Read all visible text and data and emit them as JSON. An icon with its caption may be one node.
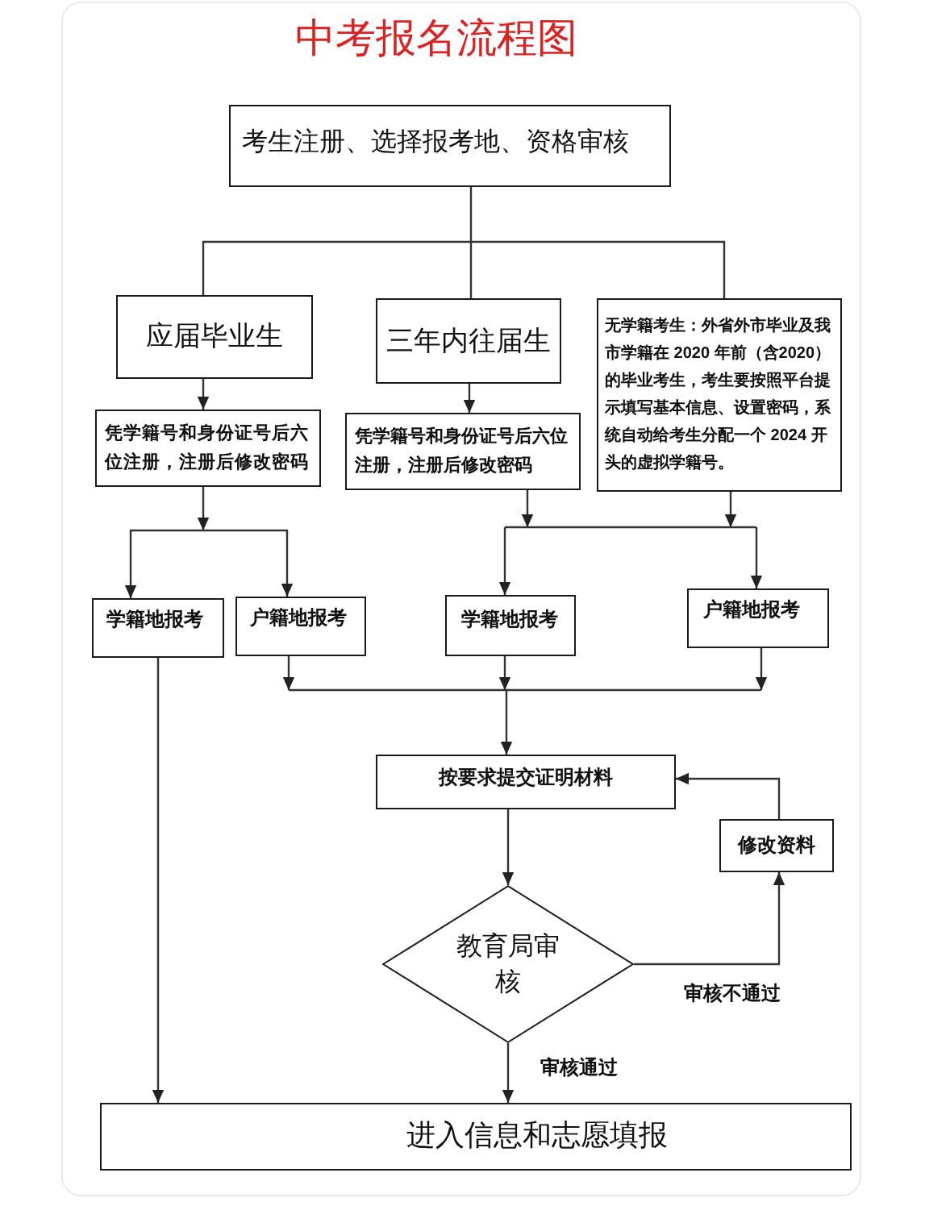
{
  "diagram": {
    "title": "中考报名流程图",
    "nodes": [
      {
        "text": [
          "考生注册、选择报考地、资格审核"
        ]
      },
      {
        "text": [
          "应届毕业生"
        ]
      },
      {
        "text": [
          "三年内往届生"
        ]
      },
      {
        "text": [
          "无学籍考生：外省外市毕业及我市学籍在 2020 年前（含2020）的毕业考生，考生要按照平台提示填写基本信息、设置密码，系统自动给考生分配一个 2024 开头的虚拟学籍号。"
        ]
      },
      {
        "text": [
          "凭学籍号和身份证号后六位注册，注册后修改密码"
        ]
      },
      {
        "text": [
          "凭学籍号和身份证号后六位注册，注册后修改密码"
        ]
      },
      {
        "text": [
          "学籍地报考"
        ]
      },
      {
        "text": [
          "户籍地报考"
        ]
      },
      {
        "text": [
          "学籍地报考"
        ]
      },
      {
        "text": [
          "户籍地报考"
        ]
      },
      {
        "text": [
          "按要求提交证明材料"
        ]
      },
      {
        "text": [
          "修改资料"
        ]
      },
      {
        "text": [
          "教育局审核"
        ]
      },
      {
        "text": [
          "进入信息和志愿填报"
        ]
      }
    ],
    "edges": [
      {
        "from": 0,
        "to": 1,
        "arrow": "none"
      },
      {
        "from": 0,
        "to": 2,
        "arrow": "none"
      },
      {
        "from": 0,
        "to": 3,
        "arrow": "none"
      },
      {
        "from": 1,
        "to": 4,
        "arrow": "to"
      },
      {
        "from": 2,
        "to": 5,
        "arrow": "to"
      },
      {
        "from": 4,
        "to": 6,
        "arrow": "to"
      },
      {
        "from": 4,
        "to": 7,
        "arrow": "to"
      },
      {
        "from": 5,
        "to": 8,
        "arrow": "to"
      },
      {
        "from": 5,
        "to": 9,
        "arrow": "to"
      },
      {
        "from": 3,
        "to": 8,
        "arrow": "to"
      },
      {
        "from": 3,
        "to": 9,
        "arrow": "to"
      },
      {
        "from": 7,
        "to": 10,
        "arrow": "to"
      },
      {
        "from": 8,
        "to": 10,
        "arrow": "to"
      },
      {
        "from": 9,
        "to": 10,
        "arrow": "to"
      },
      {
        "from": 6,
        "to": 13,
        "arrow": "to"
      },
      {
        "from": 10,
        "to": 12,
        "arrow": "to"
      },
      {
        "from": 12,
        "to": 11,
        "arrow": "to",
        "label": "审核不通过"
      },
      {
        "from": 11,
        "to": 10,
        "arrow": "to"
      },
      {
        "from": 12,
        "to": 13,
        "arrow": "to",
        "label": "审核通过"
      }
    ]
  }
}
